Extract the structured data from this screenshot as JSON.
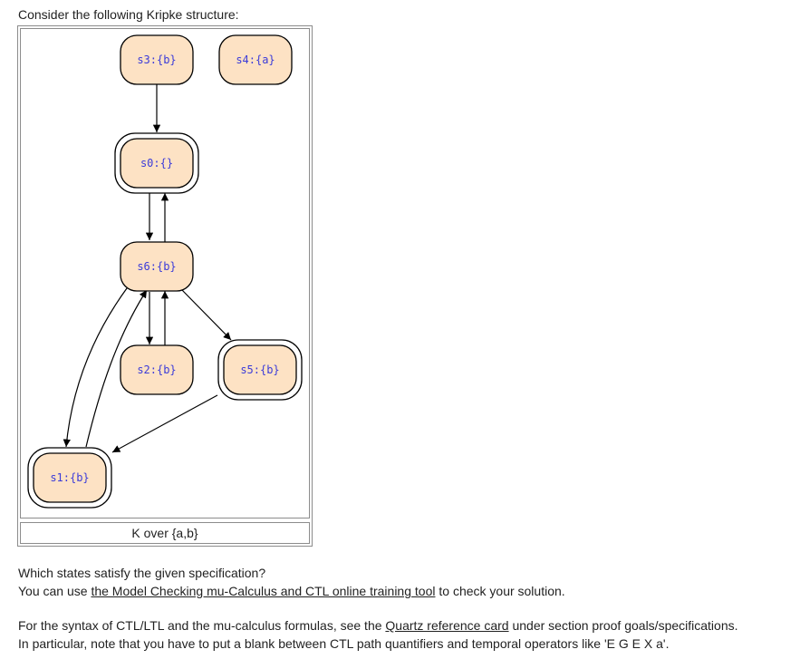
{
  "intro_text": "Consider the following Kripke structure:",
  "kripke": {
    "caption": "K over {a,b}",
    "states": [
      {
        "id": "s3",
        "label": "s3:{b}"
      },
      {
        "id": "s4",
        "label": "s4:{a}"
      },
      {
        "id": "s0",
        "label": "s0:{}"
      },
      {
        "id": "s6",
        "label": "s6:{b}"
      },
      {
        "id": "s2",
        "label": "s2:{b}"
      },
      {
        "id": "s5",
        "label": "s5:{b}"
      },
      {
        "id": "s1",
        "label": "s1:{b}"
      }
    ],
    "colors": {
      "node_fill": "#fde2c4",
      "node_stroke": "#000000",
      "label": "#3b3bd9"
    }
  },
  "question": {
    "line1": "Which states satisfy the given specification?",
    "line2_prefix": "You can use ",
    "tool_link": "the Model Checking mu-Calculus and CTL online training tool",
    "line2_suffix": " to check your solution."
  },
  "syntax": {
    "line1_prefix": "For the syntax of CTL/LTL and the mu-calculus formulas, see the ",
    "ref_link": "Quartz reference card",
    "line1_suffix": " under section proof goals/specifications.",
    "line2": "In particular, note that you have to put a blank between CTL path quantifiers and temporal operators like 'E G E X a'."
  }
}
